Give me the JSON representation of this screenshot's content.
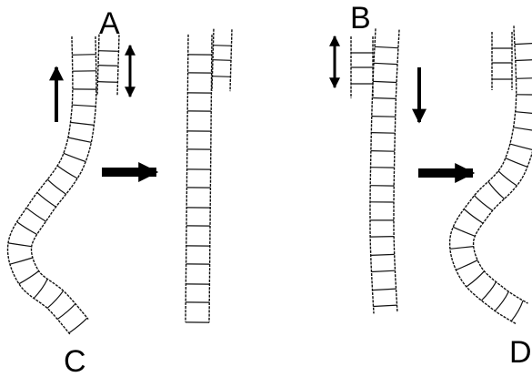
{
  "labels": {
    "a": "A",
    "b": "B",
    "c": "C",
    "d": "D"
  },
  "icons": [
    "arrow-up-icon",
    "double-headed-arrow-vertical-icon",
    "arrow-right-icon",
    "arrow-down-icon",
    "double-headed-arrow-vertical-icon",
    "arrow-right-icon"
  ],
  "colors": {
    "ink": "#000000",
    "background": "#ffffff"
  }
}
